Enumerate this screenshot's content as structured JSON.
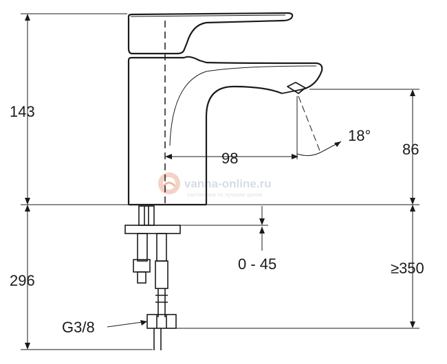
{
  "dimensions": {
    "height_above_deck": "143",
    "height_below_deck": "296",
    "spout_reach": "98",
    "spout_outlet_height": "86",
    "spray_angle": "18°",
    "deck_thickness": "0 - 45",
    "min_clearance": "≥350",
    "connection": "G3/8"
  },
  "watermark": {
    "site": "vanna-online.ru",
    "tagline": "сантехника по лучшим ценам"
  },
  "colors": {
    "line": "#1a1a1a",
    "watermark": "#d7dde6",
    "watermark_logo": "#f2c7b8"
  }
}
